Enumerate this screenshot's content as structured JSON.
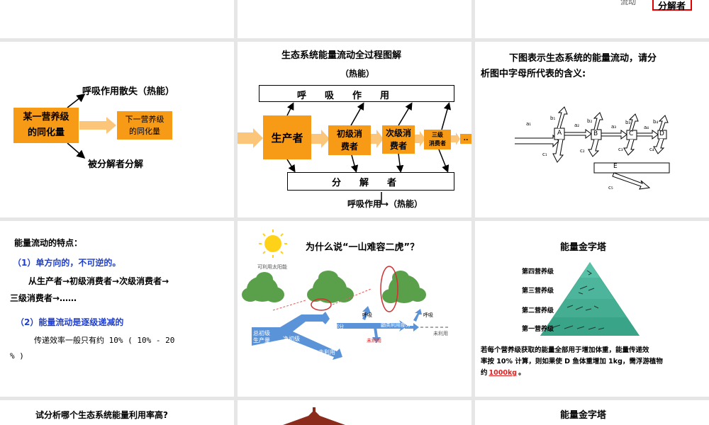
{
  "slide3": {
    "decomposer_label": "分解者",
    "arrow_text_partial": "流动"
  },
  "slide4": {
    "box_source": "某一营养级\n的同化量",
    "box_next": "下一营养级\n的同化量",
    "respiration": "呼吸作用散失（热能）",
    "decomposers": "被分解者分解"
  },
  "slide5": {
    "title": "生态系统能量流动全过程图解",
    "heat_top": "（热能）",
    "resp_bar": "呼　　吸　　作　　用",
    "producer": "生产者",
    "primary": "初级消\n费者",
    "secondary": "次级消\n费者",
    "tertiary": "三级\n消费者",
    "ellipsis": "..",
    "decomp_bar": "分　　解　　者",
    "bottom": "呼吸作用→（热能）"
  },
  "slide6": {
    "question": "下图表示生态系统的能量流动，请分",
    "question2": "析图中字母所代表的含义:",
    "letters": [
      "A",
      "B",
      "C",
      "D",
      "E"
    ],
    "small_labels": [
      "a₁",
      "b₁",
      "a₂",
      "b₂",
      "a₃",
      "b₃",
      "a₄",
      "b₄",
      "c₁",
      "c₂",
      "c₃",
      "c₄",
      "c₅"
    ]
  },
  "slide7": {
    "title": "能量流动的特点：",
    "p1": "（1）单方向的，不可逆的。",
    "p1_detail": "从生产者→初级消费者→次级消费者→",
    "p1_detail2": "三级消费者→……",
    "p2": "（2）能量流动是逐级递减的",
    "p2_detail": "传递效率一般只有约 10% ( 10% - 20",
    "p2_detail2": "% )"
  },
  "slide8": {
    "title": "为什么说“一山难容二虎”？",
    "sun_label": "可利用太阳能",
    "gross": "总初级\n生产量",
    "net": "净初级\n生产量",
    "unused1": "未利用",
    "rodent_part": "鼠类利用部分",
    "resp1": "呼吸",
    "resp2": "呼吸",
    "weasel_part": "鼬类利用部分",
    "unused2": "未利用",
    "unused3": "未利用"
  },
  "slide9": {
    "title": "能量金字塔",
    "levels": [
      "第四营养级",
      "第三营养级",
      "第二营养级",
      "第一营养级"
    ],
    "question": "若每个营养级获取的能量全部用于增加体重，能量传递效",
    "question2": "率按 10% 计算，则如果使 D 鱼体重增加 1kg，需浮游植物",
    "question3_prefix": "约",
    "answer": "1000kg",
    "question3_suffix": "。"
  },
  "slide10": {
    "text": "试分析哪个生态系统能量利用率高?"
  },
  "slide12": {
    "title": "能量金字塔"
  }
}
